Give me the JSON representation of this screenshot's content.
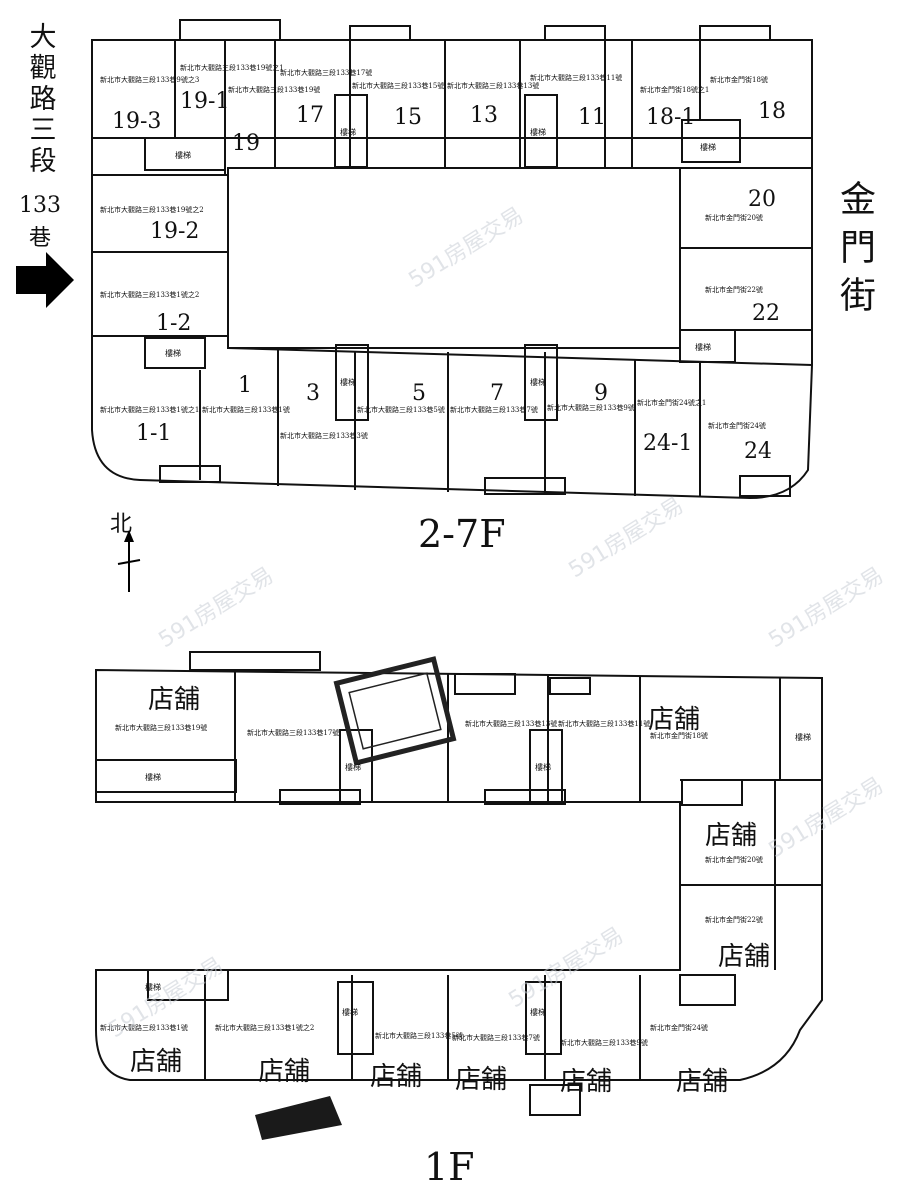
{
  "left_street": "大觀路三段",
  "left_alley": "133巷",
  "right_street": "金門街",
  "north_label": "北",
  "upper_floor_label": "2-7F",
  "lower_floor_label": "1F",
  "stair_label": "樓梯",
  "shop_label": "店舖",
  "watermark": "591房屋交易",
  "upper_units": [
    {
      "num": "19-3",
      "addr": "新北市大觀路三段133巷9號之3"
    },
    {
      "num": "19-1",
      "addr": "新北市大觀路三段133巷19號之1"
    },
    {
      "num": "19",
      "addr": "新北市大觀路三段133巷19號"
    },
    {
      "num": "17",
      "addr": "新北市大觀路三段133巷17號"
    },
    {
      "num": "15",
      "addr": "新北市大觀路三段133巷15號"
    },
    {
      "num": "13",
      "addr": "新北市大觀路三段133巷13號"
    },
    {
      "num": "11",
      "addr": "新北市大觀路三段133巷11號"
    },
    {
      "num": "18-1",
      "addr": "新北市金門街18號之1"
    },
    {
      "num": "18",
      "addr": "新北市金門街18號"
    },
    {
      "num": "19-2",
      "addr": "新北市大觀路三段133巷19號之2"
    },
    {
      "num": "20",
      "addr": "新北市金門街20號"
    },
    {
      "num": "1-2",
      "addr": "新北市大觀路三段133巷1號之2"
    },
    {
      "num": "22",
      "addr": "新北市金門街22號"
    },
    {
      "num": "1-1",
      "addr": "新北市大觀路三段133巷1號之1"
    },
    {
      "num": "1",
      "addr": "新北市大觀路三段133巷1號"
    },
    {
      "num": "3",
      "addr": "新北市大觀路三段133巷3號"
    },
    {
      "num": "5",
      "addr": "新北市大觀路三段133巷5號"
    },
    {
      "num": "7",
      "addr": "新北市大觀路三段133巷7號"
    },
    {
      "num": "9",
      "addr": "新北市大觀路三段133巷9號"
    },
    {
      "num": "24-1",
      "addr": "新北市金門街24號之1"
    },
    {
      "num": "24",
      "addr": "新北市金門街24號"
    }
  ],
  "lower_units": [
    {
      "addr": "新北市大觀路三段133巷19號"
    },
    {
      "addr": "新北市大觀路三段133巷17號"
    },
    {
      "addr": "新北市大觀路三段133巷13號"
    },
    {
      "addr": "新北市大觀路三段133巷11號"
    },
    {
      "addr": "新北市金門街18號"
    },
    {
      "addr": "新北市金門街20號"
    },
    {
      "addr": "新北市金門街22號"
    },
    {
      "addr": "新北市大觀路三段133巷1號"
    },
    {
      "addr": "新北市大觀路三段133巷1號之2"
    },
    {
      "addr": "新北市大觀路三段133巷5號"
    },
    {
      "addr": "新北市大觀路三段133巷7號"
    },
    {
      "addr": "新北市大觀路三段133巷9號"
    },
    {
      "addr": "新北市金門街24號"
    }
  ]
}
